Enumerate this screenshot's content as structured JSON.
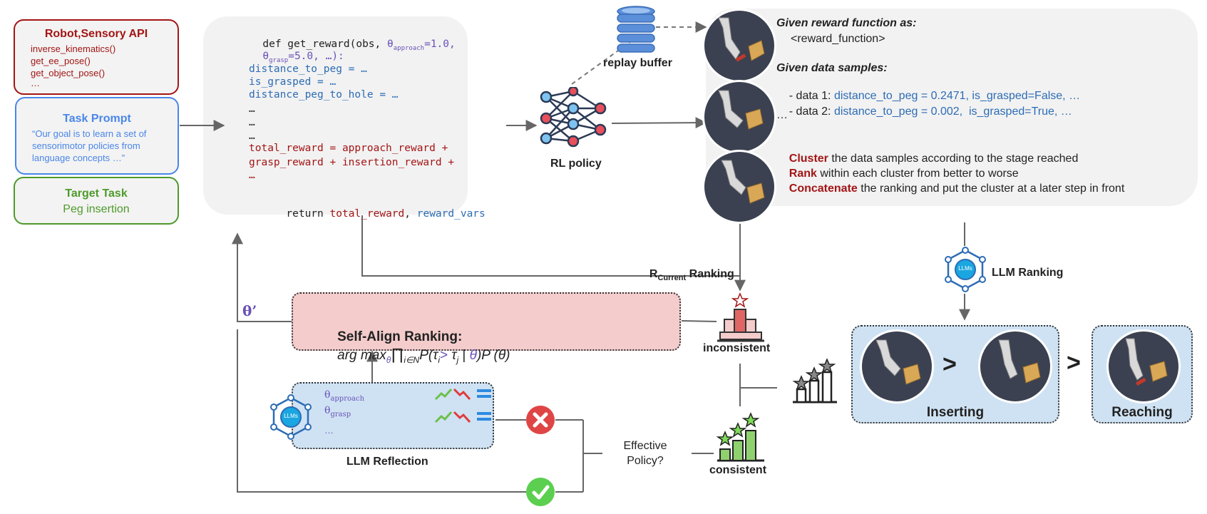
{
  "inputs": {
    "robot_api": {
      "title": "Robot,Sensory API",
      "items": [
        "inverse_kinematics()",
        "get_ee_pose()",
        "get_object_pose()",
        "…"
      ]
    },
    "task_prompt": {
      "title": "Task Prompt",
      "text": "“Our goal is to learn a set of sensorimotor policies from language concepts …”"
    },
    "target_task": {
      "title": "Target Task",
      "value": "Peg insertion"
    }
  },
  "code": {
    "line1_a": "def get_reward(obs, ",
    "theta": "θ",
    "sub_approach": "approach",
    "eq_approach": "=1.0,",
    "sub_grasp": "grasp",
    "eq_grasp": "=5.0, …):",
    "l_distance": "distance_to_peg = …",
    "l_grasped": "is_grasped = …",
    "l_hole": "distance_peg_to_hole = …",
    "l_dots1": "…",
    "l_dots2": "…",
    "l_dots3": "…",
    "l_total1": "total_reward = approach_reward +",
    "l_total2": "grasp_reward + insertion_reward +",
    "l_total3": "…",
    "l_return": "return ",
    "l_return_total": "total_reward",
    "l_return_comma": ", ",
    "l_return_vars": "reward_vars"
  },
  "rl_policy": {
    "label": "RL policy"
  },
  "replay_buffer": {
    "label": "replay buffer"
  },
  "prompt_panel": {
    "given_reward": "Given reward function as:",
    "reward_placeholder": "<reward_function>",
    "given_samples": "Given data samples:",
    "data1_prefix": "- data 1: ",
    "data1_value": "distance_to_peg = 0.2471, is_grasped=False, …",
    "data2_prefix": "- data 2: ",
    "data2_value": "distance_to_peg = 0.002,  is_grasped=True, …",
    "ellipsis": "…",
    "cluster_kw": "Cluster",
    "cluster_text": " the data samples according to the stage reached",
    "rank_kw": "Rank",
    "rank_text": " within each cluster from better to worse",
    "concat_kw": "Concatenate",
    "concat_text": " the ranking and put the cluster at a later step in front"
  },
  "ranking": {
    "r_current_main": "R",
    "r_current_sub": "Current",
    "r_current_suffix": " Ranking",
    "llm_ranking": "LLM Ranking",
    "llms_badge": "LLMs",
    "inserting": "Inserting",
    "reaching": "Reaching",
    "gt1": ">",
    "gt2": ">"
  },
  "self_align": {
    "theta_prime": "θ’",
    "label": "Self-Align Ranking:",
    "formula_a": "arg max",
    "formula_theta": "θ",
    "formula_prod": "∏",
    "formula_sub": "i∈N",
    "formula_b": "P(τ",
    "formula_i": "i",
    "formula_gt": ">",
    "formula_tau": " τ",
    "formula_j": "j",
    "formula_c": " | ",
    "formula_theta2": "θ",
    "formula_d": ")P (θ)"
  },
  "consistency": {
    "inconsistent": "inconsistent",
    "consistent": "consistent",
    "effective_policy": "Effective\nPolicy?"
  },
  "reflection": {
    "label": "LLM Reflection",
    "theta": "θ",
    "sub_approach": "approach",
    "sub_grasp": "grasp",
    "ellipsis": "…",
    "llms_badge": "LLMs"
  },
  "colors": {
    "red": "#a31515",
    "blue": "#4a86e8",
    "green": "#4e9a2a",
    "purple": "#6a52b8",
    "code_blue": "#2d6cb5",
    "panel_gray": "#f2f2f2",
    "pink": "#f4cccc",
    "light_blue": "#cfe2f3",
    "robot_bg": "#3b4150"
  }
}
